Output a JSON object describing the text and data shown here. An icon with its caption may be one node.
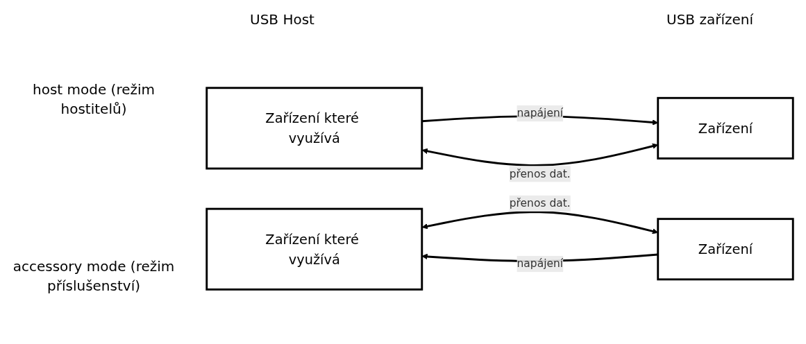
{
  "diagram": {
    "nodes": [
      {
        "text": [
          "Zařízení které využívá"
        ]
      },
      {
        "text": [
          "Zařízení"
        ]
      },
      {
        "text": [
          "Zařízení které využívá"
        ]
      },
      {
        "text": [
          "Zařízení"
        ]
      }
    ],
    "edges": [
      {
        "from": 0,
        "to": 1,
        "arrow": "to",
        "label": "napájení"
      },
      {
        "from": 0,
        "to": 1,
        "arrow": "both",
        "label": "přenos dat."
      },
      {
        "from": 3,
        "to": 2,
        "arrow": "to",
        "label": "napájení"
      },
      {
        "from": 2,
        "to": 3,
        "arrow": "both",
        "label": "přenos dat."
      }
    ],
    "labels": [
      "USB Host",
      "USB zařízení",
      "host mode (režim hostitelů)",
      "accessory mode (režim příslušenství)"
    ]
  }
}
